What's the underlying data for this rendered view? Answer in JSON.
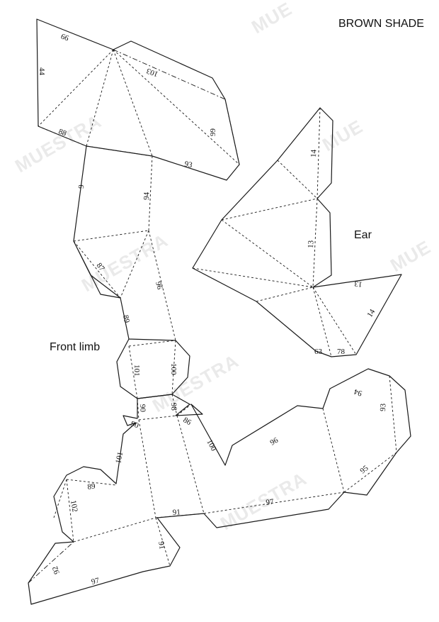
{
  "header": {
    "title": "BROWN SHADE"
  },
  "labels": {
    "ear": "Ear",
    "front_limb": "Front limb"
  },
  "watermark": {
    "text_full": "MUESTRA",
    "text_partial": "MUE"
  },
  "edge_numbers": {
    "n99a": "99",
    "n44": "44",
    "n103": "103",
    "n88": "88",
    "n99b": "99",
    "n93": "93",
    "n9": "9",
    "n94": "94",
    "n87": "87",
    "n96a": "96",
    "n89": "89",
    "n14a": "14",
    "n13a": "13",
    "n13b": "13",
    "n14b": "14",
    "n63": "63",
    "n78": "78",
    "n101a": "101",
    "n100a": "100",
    "n90a": "90",
    "n98": "98",
    "n90b": "90",
    "n86": "86",
    "n100b": "100",
    "n96b": "96",
    "n101b": "101",
    "n89b": "89",
    "n102": "102",
    "n91a": "91",
    "n97a": "97",
    "n94b": "94",
    "n93b": "93",
    "n95": "95",
    "n91b": "91",
    "n92": "92",
    "n97b": "97"
  }
}
